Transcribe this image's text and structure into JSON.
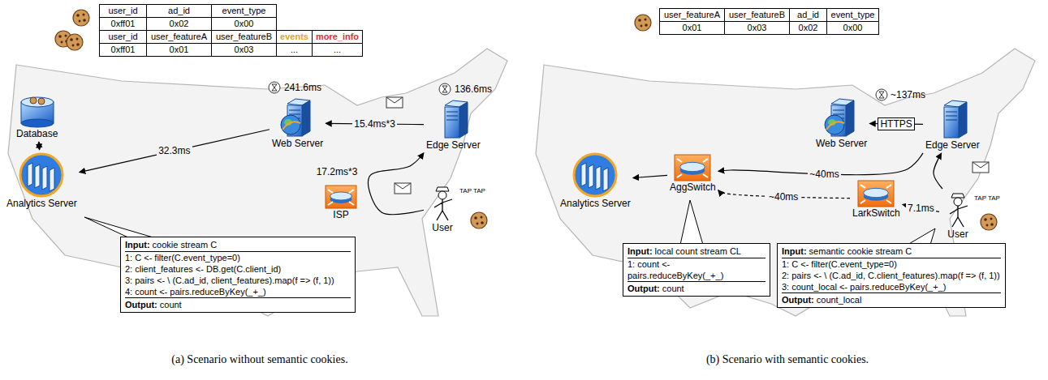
{
  "diagram": {
    "nodes": [
      {
        "text": [
          "Database"
        ]
      },
      {
        "text": [
          "Analytics Server"
        ]
      },
      {
        "text": [
          "Web Server"
        ]
      },
      {
        "text": [
          "Edge Server"
        ]
      },
      {
        "text": [
          "ISP"
        ]
      },
      {
        "text": [
          "User"
        ]
      },
      {
        "text": [
          "Input: cookie stream C",
          "1: C <- filter(C.event_type=0)",
          "2: client_features <- DB.get(C.client_id)",
          "3: pairs <- \\ (C.ad_id, client_features).map(f => (f, 1))",
          "4: count <- pairs.reduceByKey(_+_)",
          "Output: count"
        ]
      },
      {
        "text": [
          "Analytics Server"
        ]
      },
      {
        "text": [
          "AggSwitch"
        ]
      },
      {
        "text": [
          "Web Server"
        ]
      },
      {
        "text": [
          "Edge Server"
        ]
      },
      {
        "text": [
          "LarkSwitch"
        ]
      },
      {
        "text": [
          "User"
        ]
      },
      {
        "text": [
          "Input: local count stream CL",
          "1: count <- pairs.reduceByKey(_+_)",
          "Output: count"
        ]
      },
      {
        "text": [
          "Input: semantic cookie stream C",
          "1: C <- filter(C.event_type=0)",
          "2: pairs <- \\ (C.ad_id, C.client_features).map(f => (f, 1))",
          "3: count_local <- pairs.reduceByKey(_+_)",
          "Output: count_local"
        ]
      }
    ],
    "edges": [
      {
        "from": 0,
        "to": 1,
        "arrow": "both"
      },
      {
        "from": 2,
        "to": 1,
        "label": "32.3ms",
        "arrow": "to"
      },
      {
        "from": 3,
        "to": 2,
        "label": "15.4ms*3",
        "arrow": "to"
      },
      {
        "from": 5,
        "to": 3,
        "label": "17.2ms*3",
        "arrow": "to"
      },
      {
        "from": 10,
        "to": 9,
        "label": "HTTPS",
        "arrow": "to"
      },
      {
        "from": 10,
        "to": 8,
        "label": "~40ms",
        "arrow": "to"
      },
      {
        "from": 11,
        "to": 8,
        "label": "~40ms",
        "arrow": "to"
      },
      {
        "from": 8,
        "to": 7,
        "arrow": "to"
      },
      {
        "from": 12,
        "to": 11,
        "label": "7.1ms",
        "arrow": "to"
      },
      {
        "from": 12,
        "to": 10,
        "arrow": "to"
      }
    ],
    "labels": [
      "241.6ms",
      "136.6ms",
      "user_id",
      "ad_id",
      "event_type",
      "0xff01",
      "0x02",
      "0x00",
      "user_id",
      "user_featureA",
      "user_featureB",
      "events",
      "more_info",
      "0xff01",
      "0x01",
      "0x03",
      "...",
      "...",
      "TAP TAP",
      "(a) Scenario without semantic cookies.",
      "~137ms",
      "user_featureA",
      "user_featureB",
      "ad_id",
      "event_type",
      "0x01",
      "0x03",
      "0x02",
      "0x00",
      "TAP TAP",
      "(b) Scenario with semantic cookies."
    ]
  }
}
